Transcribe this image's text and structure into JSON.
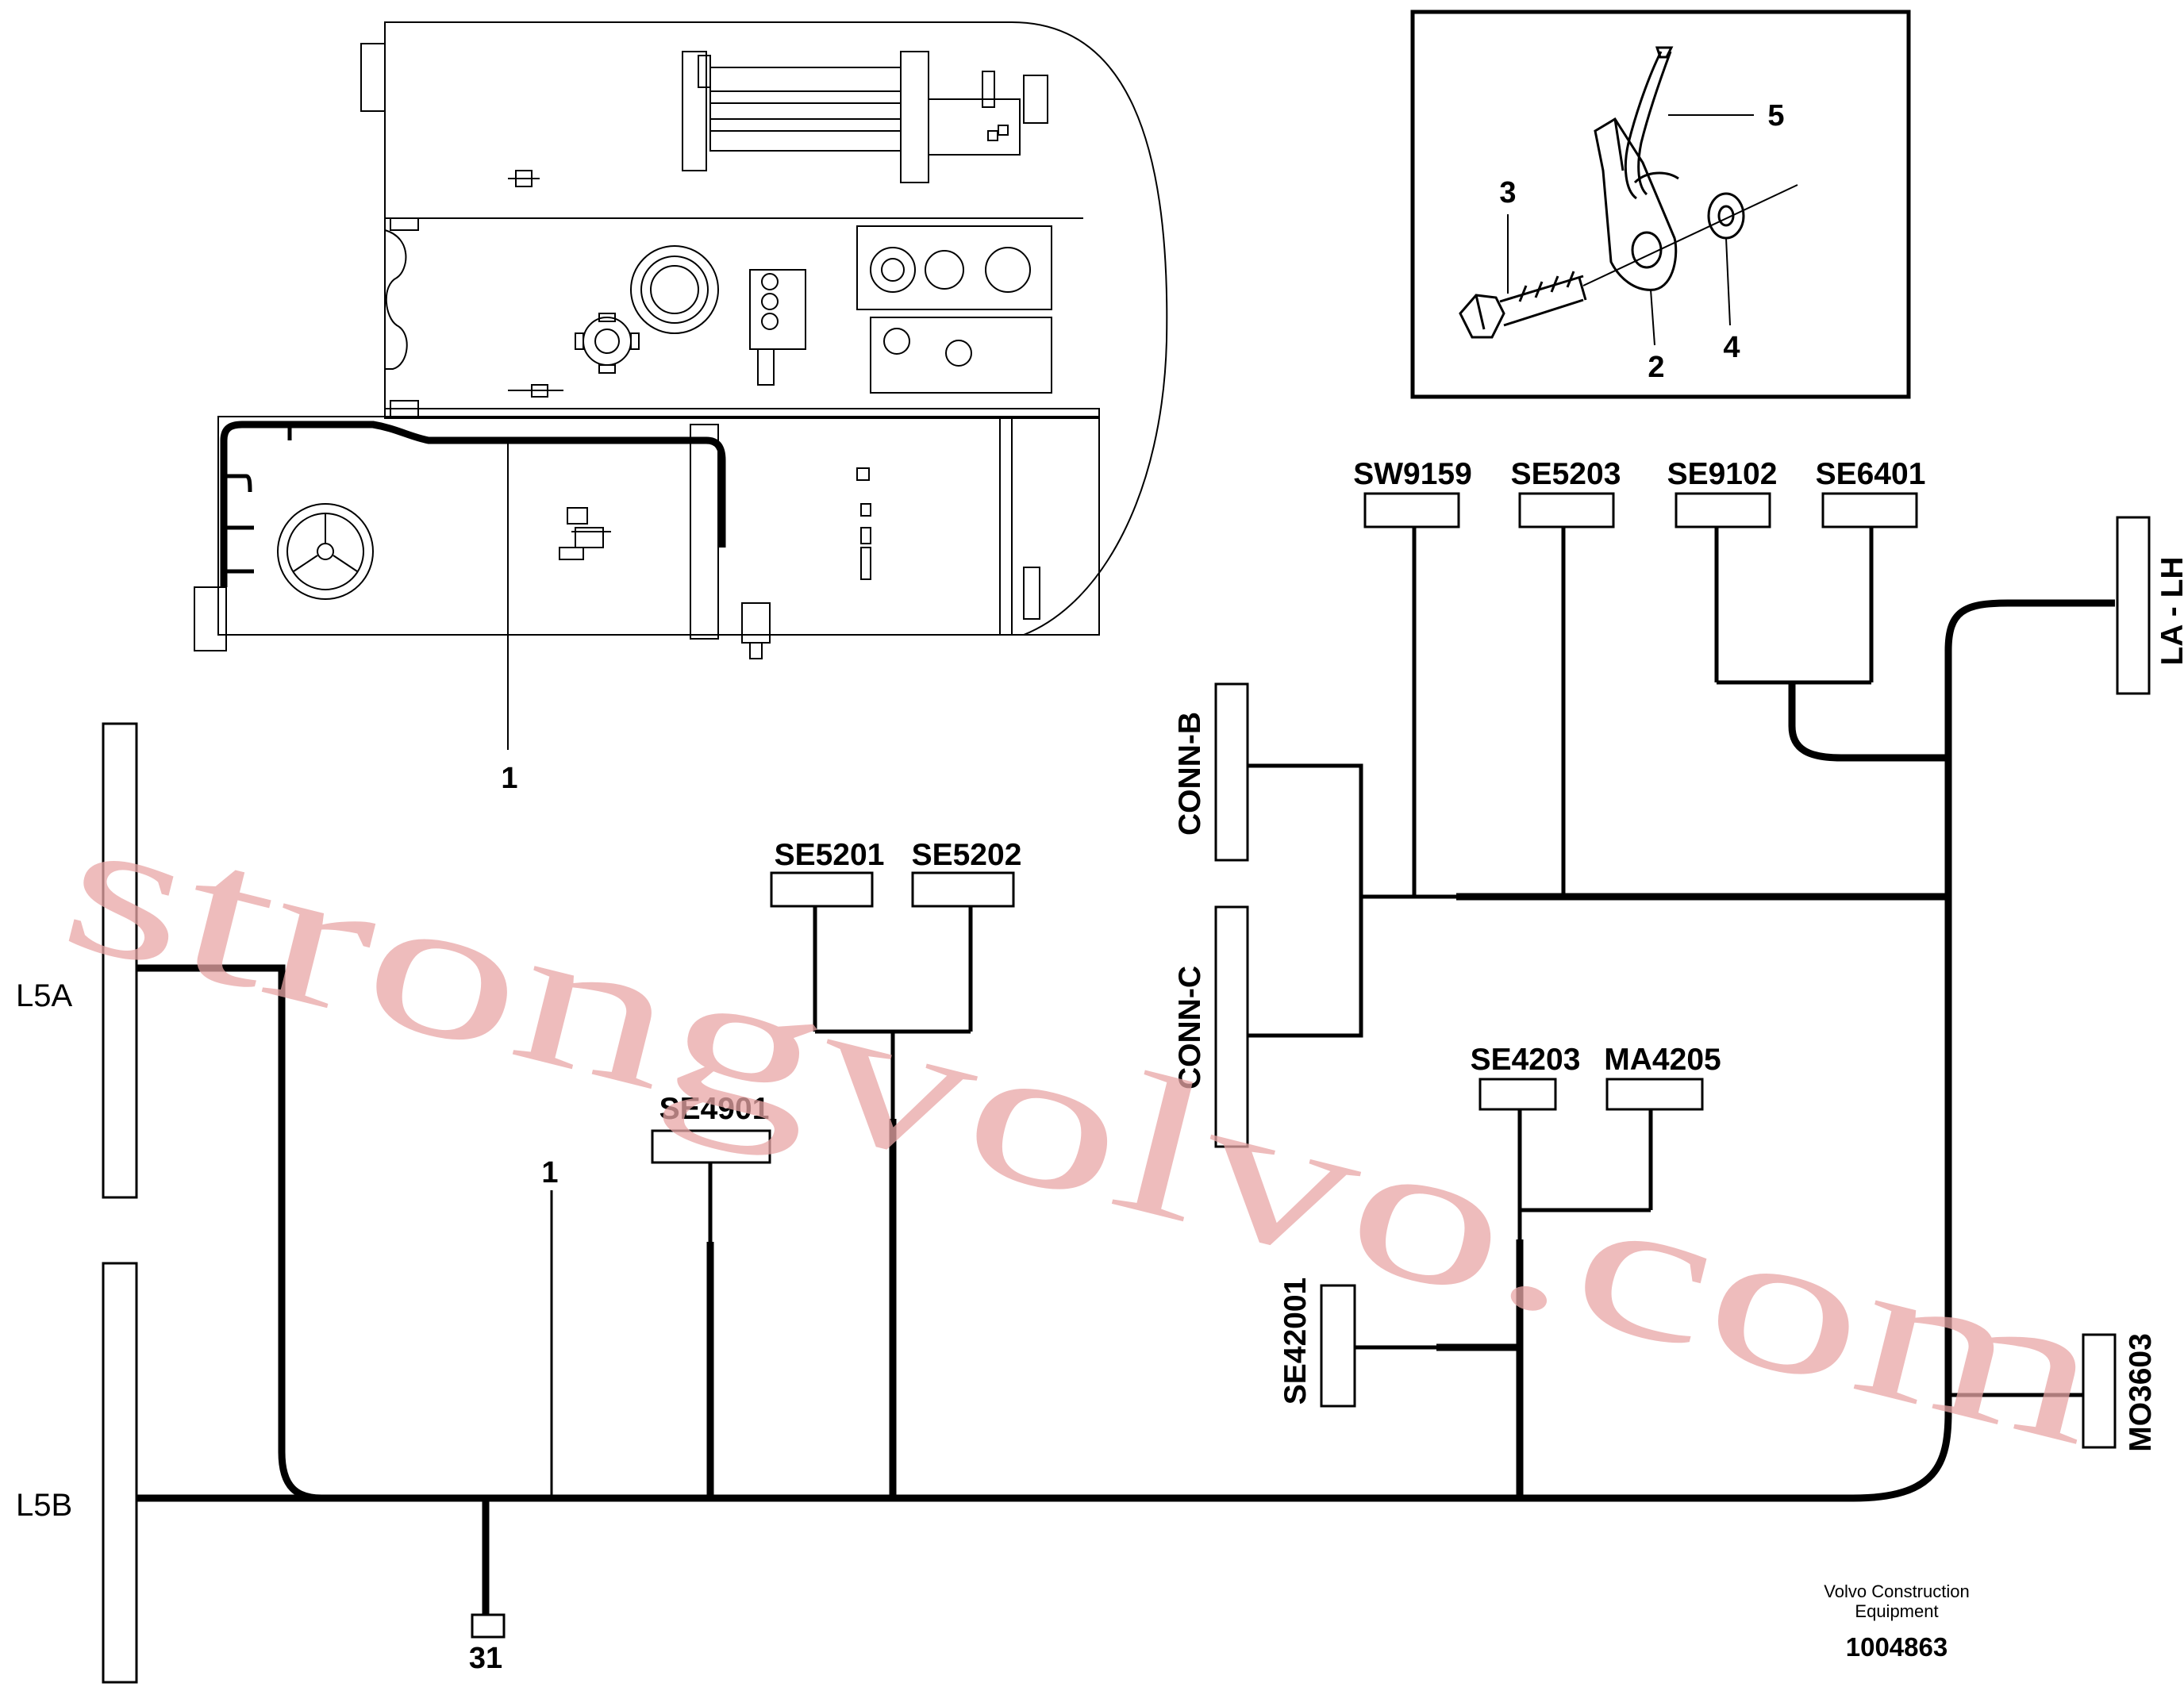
{
  "labels": {
    "sw9159": "SW9159",
    "se5203": "SE5203",
    "se9102": "SE9102",
    "se6401": "SE6401",
    "la_lh": "LA - LH",
    "conn_b": "CONN-B",
    "conn_c": "CONN-C",
    "se5201": "SE5201",
    "se5202": "SE5202",
    "se4901": "SE4901",
    "se4203": "SE4203",
    "ma4205": "MA4205",
    "se42001": "SE42001",
    "mo3603": "MO3603",
    "l5a": "L5A",
    "l5b": "L5B",
    "ref_1_top": "1",
    "ref_1_mid": "1",
    "ref_31": "31"
  },
  "inset": {
    "part_2": "2",
    "part_3": "3",
    "part_4": "4",
    "part_5": "5"
  },
  "footer": {
    "company_line1": "Volvo Construction",
    "company_line2": "Equipment",
    "drawing_number": "1004863"
  },
  "watermark": "strongvolvo.com"
}
